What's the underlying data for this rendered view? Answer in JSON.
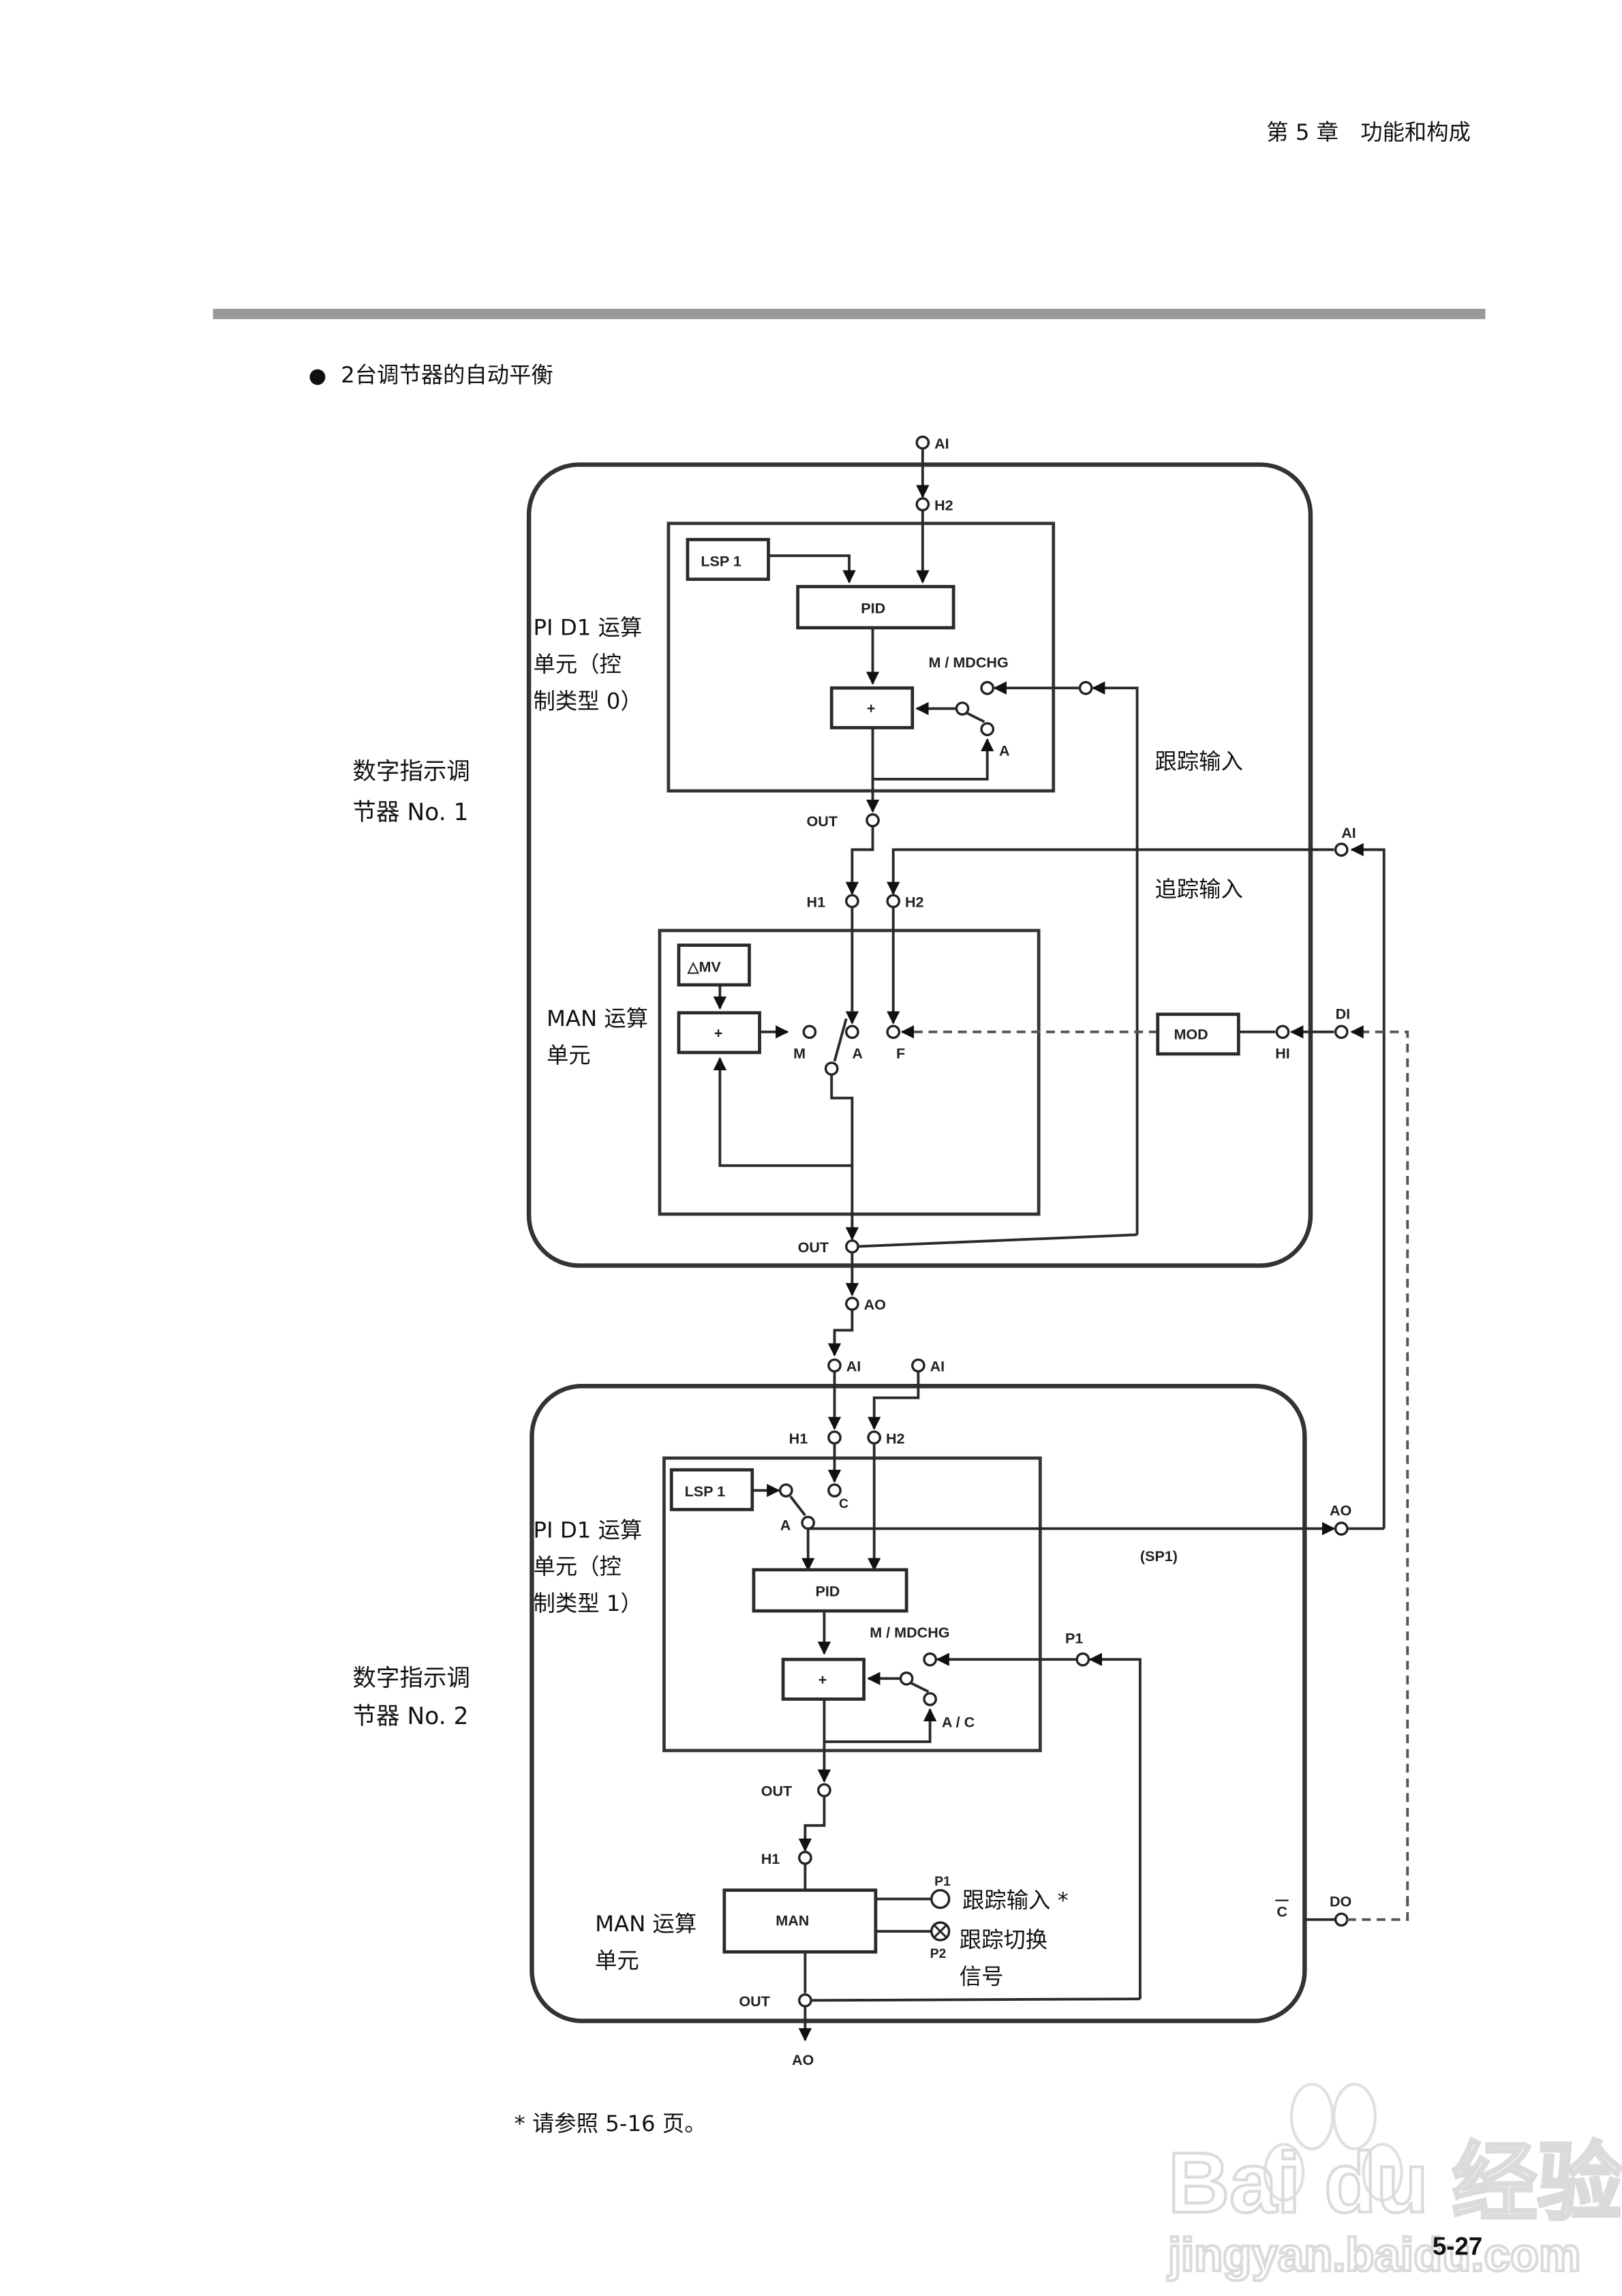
{
  "header": {
    "chapter": "第 5 章",
    "chapter_title": "功能和构成"
  },
  "section": {
    "bullet": "●",
    "title": "2台调节器的自动平衡"
  },
  "controller1": {
    "name_line1": "数字指示调",
    "name_line2": "节器 No. 1",
    "pid_unit": [
      "PI D1 运算",
      "单元（控",
      "制类型 0）"
    ],
    "man_unit": [
      "MAN 运算",
      "单元"
    ],
    "tracking_input": "跟踪输入",
    "follow_input": "追踪输入",
    "terminals": {
      "ai_top": "AI",
      "h2_top": "H2",
      "lsp": "LSP 1",
      "pid": "PID",
      "sum": "+",
      "mdchg": "M / MDCHG",
      "a": "A",
      "out": "OUT",
      "h1": "H1",
      "h2": "H2",
      "ai_right": "AI",
      "dmv": "△MV",
      "m": "M",
      "a2": "A",
      "f": "F",
      "mod": "MOD",
      "hi": "HI",
      "di": "DI",
      "out2": "OUT",
      "ao": "AO"
    }
  },
  "controller2": {
    "name_line1": "数字指示调",
    "name_line2": "节器 No. 2",
    "pid_unit": [
      "PI D1 运算",
      "单元（控",
      "制类型 1）"
    ],
    "man_unit": [
      "MAN 运算",
      "单元"
    ],
    "tracking_input": "跟踪输入 *",
    "tracking_switch": [
      "跟踪切换",
      "信号"
    ],
    "terminals": {
      "ai1": "AI",
      "ai2": "AI",
      "h1": "H1",
      "h2": "H2",
      "lsp": "LSP 1",
      "a": "A",
      "c": "C",
      "ao": "AO",
      "sp1": "(SP1)",
      "pid": "PID",
      "mdchg": "M / MDCHG",
      "p1": "P1",
      "sum": "+",
      "ac": "A / C",
      "out": "OUT",
      "h1b": "H1",
      "man": "MAN",
      "p1b": "P1",
      "p2": "P2",
      "out2": "OUT",
      "ao_bottom": "AO",
      "cbar": "C",
      "do": "DO"
    }
  },
  "footnote": "*  请参照 5-16 页。",
  "watermark": {
    "brand": "Bai du 经验",
    "url": "jingyan.baidu.com"
  },
  "page_number": "5-27"
}
